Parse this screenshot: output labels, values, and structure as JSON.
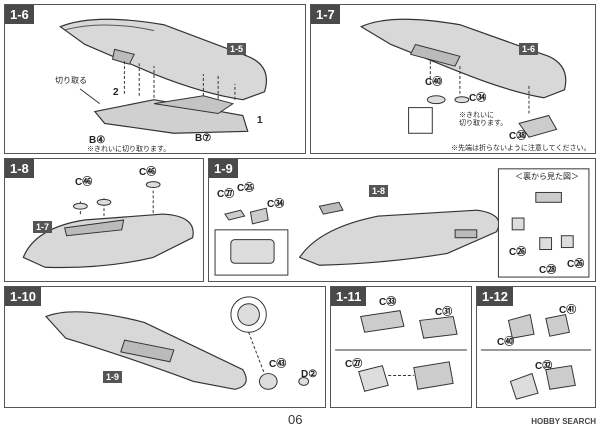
{
  "page_number": "06",
  "watermark": "HOBBY SEARCH",
  "steps": {
    "s1_6": {
      "title": "1-6",
      "ref_part": "1-5",
      "label_c1": "切り取る",
      "label_c2": "B④",
      "label_c3": "B⑦",
      "note": "※きれいに切り取ります。",
      "num1": "2",
      "num2": "1"
    },
    "s1_7": {
      "title": "1-7",
      "ref_part": "1-6",
      "c1": "C㊵",
      "c2": "C㉞",
      "c3": "C㊳",
      "note1": "※きれいに",
      "note2": "切り取ります。",
      "note3": "※先端は折らないように注意してください。"
    },
    "s1_8": {
      "title": "1-8",
      "ref_part": "1-7",
      "c1": "C㊻",
      "c2": "C㊻"
    },
    "s1_9": {
      "title": "1-9",
      "ref_part": "1-8",
      "c1": "C㉗",
      "c2": "C㉕",
      "c3": "C㉞",
      "inset_title": "＜裏から見た図＞",
      "c4": "C㉖",
      "c5": "C㉘",
      "c6": "C㉖"
    },
    "s1_10": {
      "title": "1-10",
      "ref_part": "1-9",
      "c1": "C㊸",
      "c2": "D②"
    },
    "s1_11": {
      "title": "1-11",
      "c1": "C㉝",
      "c2": "C㉛",
      "c3": "C㉗"
    },
    "s1_12": {
      "title": "1-12",
      "c1": "C㊶",
      "c2": "C㊵",
      "c3": "C㉜"
    }
  }
}
